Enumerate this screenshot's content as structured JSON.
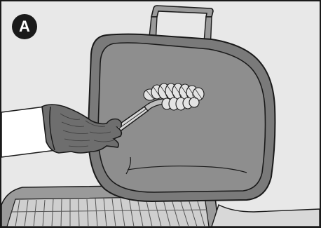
{
  "illustration": {
    "step_label": "A",
    "colors": {
      "background": "#e8e8e8",
      "outline": "#1a1a1a",
      "lid_rim": "#7a7a7a",
      "lid_inner": "#8e8e8e",
      "glove": "#6e6e6e",
      "sleeve": "#ffffff",
      "grate": "#cfcfcf"
    },
    "icons": [
      "grill-lid",
      "lid-handle",
      "gloved-hand",
      "grill-brush",
      "cooking-grate"
    ]
  }
}
